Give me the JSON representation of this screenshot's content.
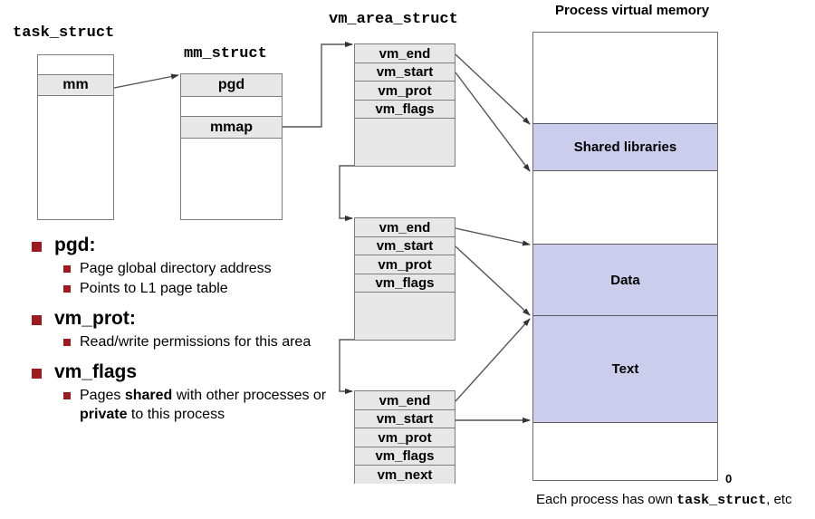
{
  "structs": {
    "task_struct": {
      "title": "task_struct",
      "fields": [
        "",
        "mm",
        ""
      ]
    },
    "mm_struct": {
      "title": "mm_struct",
      "fields": [
        "pgd",
        "",
        "mmap",
        ""
      ]
    },
    "vm_area_struct": {
      "title": "vm_area_struct",
      "blocks": [
        {
          "rows": [
            "vm_end",
            "vm_start",
            "vm_prot",
            "vm_flags"
          ]
        },
        {
          "rows": [
            "vm_end",
            "vm_start",
            "vm_prot",
            "vm_flags"
          ]
        },
        {
          "rows": [
            "vm_end",
            "vm_start",
            "vm_prot",
            "vm_flags",
            "vm_next"
          ]
        }
      ]
    }
  },
  "memory": {
    "title": "Process virtual memory",
    "bands": [
      {
        "label": "Shared libraries"
      },
      {
        "label": "Data"
      },
      {
        "label": "Text"
      }
    ],
    "zero_label": "0"
  },
  "caption": {
    "prefix": "Each process has own ",
    "mono": "task_struct",
    "suffix": ", etc"
  },
  "bullets": [
    {
      "title": "pgd:",
      "subs": [
        {
          "parts": [
            {
              "t": "Page global directory address",
              "bold": false
            }
          ]
        },
        {
          "parts": [
            {
              "t": "Points to L1 page table",
              "bold": false
            }
          ]
        }
      ]
    },
    {
      "title": "vm_prot:",
      "subs": [
        {
          "parts": [
            {
              "t": "Read/write permissions for this area",
              "bold": false
            }
          ]
        }
      ]
    },
    {
      "title": "vm_flags",
      "subs": [
        {
          "parts": [
            {
              "t": "Pages ",
              "bold": false
            },
            {
              "t": "shared",
              "bold": true
            },
            {
              "t": " with other processes or ",
              "bold": false
            },
            {
              "t": "private",
              "bold": true
            },
            {
              "t": " to this process",
              "bold": false
            }
          ]
        }
      ]
    }
  ],
  "colors": {
    "bullet_square": "#9c1b21",
    "band_fill": "#ccccec",
    "row_fill": "#e7e7e7",
    "line": "#555555"
  }
}
